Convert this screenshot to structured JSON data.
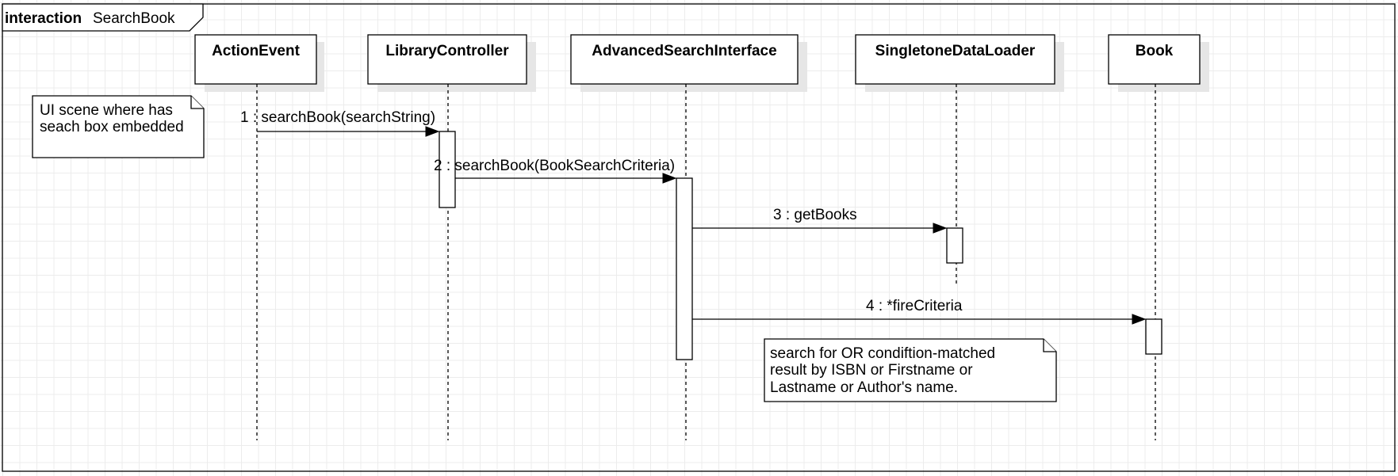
{
  "frame": {
    "keyword": "interaction",
    "name": "SearchBook"
  },
  "lifelines": [
    {
      "id": "actionevent",
      "label": "ActionEvent"
    },
    {
      "id": "librarycontroller",
      "label": "LibraryController"
    },
    {
      "id": "advancedsearchinterface",
      "label": "AdvancedSearchInterface"
    },
    {
      "id": "singletonedataloader",
      "label": "SingletoneDataLoader"
    },
    {
      "id": "book",
      "label": "Book"
    }
  ],
  "messages": [
    {
      "from": "actionevent",
      "to": "librarycontroller",
      "label": "1 : searchBook(searchString)"
    },
    {
      "from": "librarycontroller",
      "to": "advancedsearchinterface",
      "label": "2 : searchBook(BookSearchCriteria)"
    },
    {
      "from": "advancedsearchinterface",
      "to": "singletonedataloader",
      "label": "3 : getBooks"
    },
    {
      "from": "advancedsearchinterface",
      "to": "book",
      "label": "4 : *fireCriteria"
    }
  ],
  "notes": [
    {
      "id": "ui-scene-note",
      "lines": [
        "UI scene where has",
        "seach box embedded"
      ]
    },
    {
      "id": "search-condition-note",
      "lines": [
        "search for OR condiftion-matched",
        "result by ISBN or Firstname or",
        "Lastname or Author's name."
      ]
    }
  ]
}
